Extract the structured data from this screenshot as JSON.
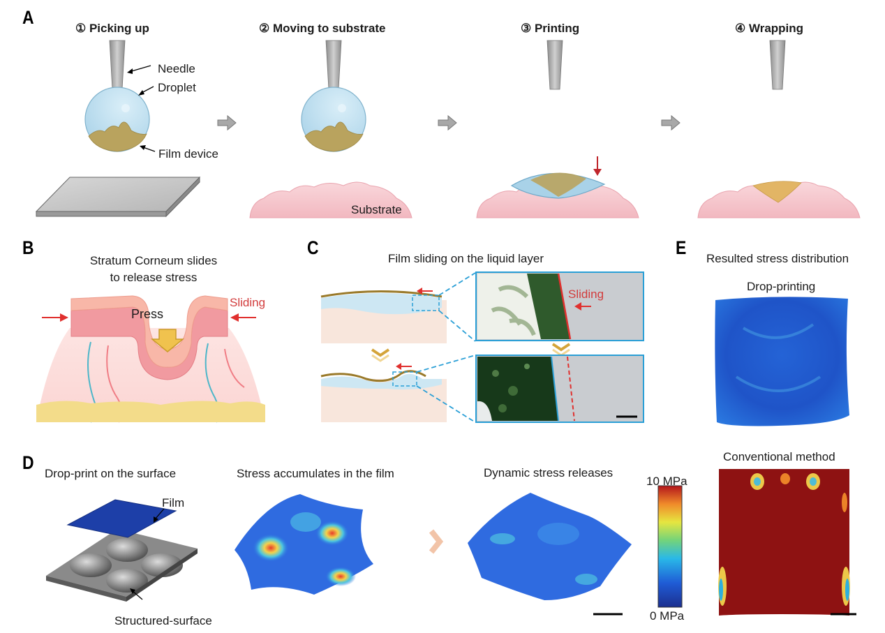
{
  "colors": {
    "droplet": "#b7dcee",
    "film": "#b39a52",
    "needle": "#a6a6a6",
    "tissue": "#f6c9cf",
    "red_accent": "#e0302e",
    "dashed_blue": "#2a9fd6",
    "chevron": "#d4a43a"
  },
  "panelA": {
    "label": "A",
    "steps": [
      "① Picking up",
      "② Moving to substrate",
      "③ Printing",
      "④ Wrapping"
    ],
    "needle": "Needle",
    "droplet": "Droplet",
    "film_device": "Film device",
    "substrate": "Substrate"
  },
  "panelB": {
    "label": "B",
    "title1": "Stratum Corneum slides",
    "title2": "to release stress",
    "press": "Press",
    "sliding": "Sliding"
  },
  "panelC": {
    "label": "C",
    "title": "Film sliding on the liquid layer",
    "sliding": "Sliding"
  },
  "panelD": {
    "label": "D",
    "sub1": "Drop-print on the surface",
    "sub2": "Stress accumulates in the film",
    "sub3": "Dynamic stress releases",
    "film": "Film",
    "structured": "Structured-surface",
    "cb_max": "10 MPa",
    "cb_min": "0 MPa"
  },
  "panelE": {
    "label": "E",
    "title": "Resulted stress distribution",
    "sub1": "Drop-printing",
    "sub2": "Conventional method"
  }
}
